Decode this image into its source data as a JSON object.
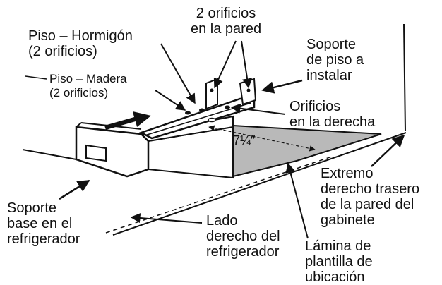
{
  "labels": {
    "piso_hormigon": [
      "Piso – Hormigón",
      "(2 orificios)"
    ],
    "piso_madera": [
      "Piso – Madera",
      "(2 orificios)"
    ],
    "orificios_pared": [
      "2 orificios",
      "en la pared"
    ],
    "soporte_piso": [
      "Soporte",
      "de piso a",
      "instalar"
    ],
    "orificios_derecha": [
      "Orificios",
      "en la derecha"
    ],
    "medida": "7¼″",
    "extremo": [
      "Extremo",
      "derecho trasero",
      "de la pared del",
      "gabinete"
    ],
    "soporte_base": [
      "Soporte",
      "base en el",
      "refrigerador"
    ],
    "lado": [
      "Lado",
      "derecho del",
      "refrigerador"
    ],
    "lamina": [
      "Lámina de",
      "plantilla de",
      "ubicación"
    ]
  },
  "colors": {
    "ink": "#111111",
    "template_sheet": "#b9b9b9",
    "bracket_face": "#ffffff"
  }
}
